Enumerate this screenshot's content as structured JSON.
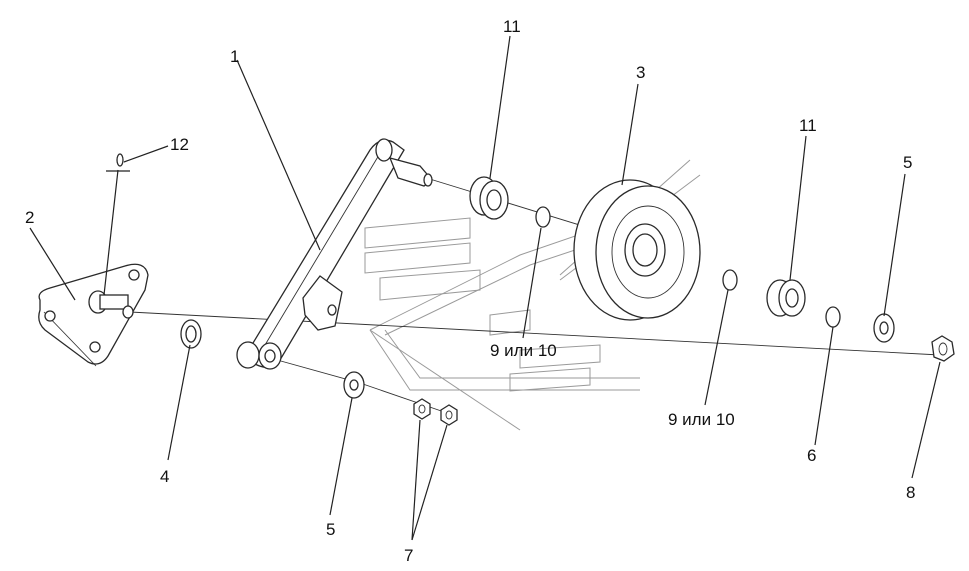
{
  "colors": {
    "line": "#222222",
    "watermark": "#9a9a9a",
    "background": "#ffffff"
  },
  "labels": {
    "l1": "1",
    "l2": "2",
    "l3": "3",
    "l4": "4",
    "l5a": "5",
    "l5b": "5",
    "l6": "6",
    "l7": "7",
    "l8": "8",
    "l9a": "9 или 10",
    "l9b": "9 или 10",
    "l11a": "11",
    "l11b": "11",
    "l12": "12"
  }
}
